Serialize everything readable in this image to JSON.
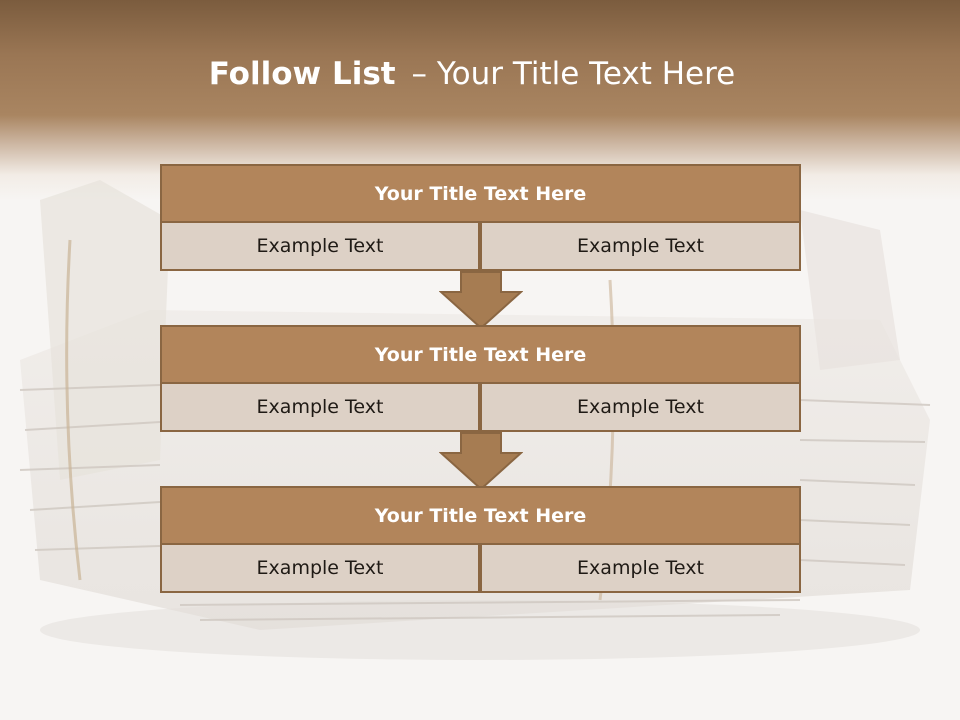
{
  "slide": {
    "title_bold": "Follow List",
    "title_rest": "– Your Title Text Here"
  },
  "steps": [
    {
      "title": "Your Title Text Here",
      "left": "Example Text",
      "right": "Example Text"
    },
    {
      "title": "Your Title Text Here",
      "left": "Example Text",
      "right": "Example Text"
    },
    {
      "title": "Your Title Text Here",
      "left": "Example Text",
      "right": "Example Text"
    }
  ],
  "colors": {
    "header_dark": "#7b5c3e",
    "box_title": "#b2855b",
    "box_border": "#8a6642",
    "box_cell": "#ddd1c6",
    "arrow": "#a67c52"
  },
  "background_image": "newspaper-stack"
}
